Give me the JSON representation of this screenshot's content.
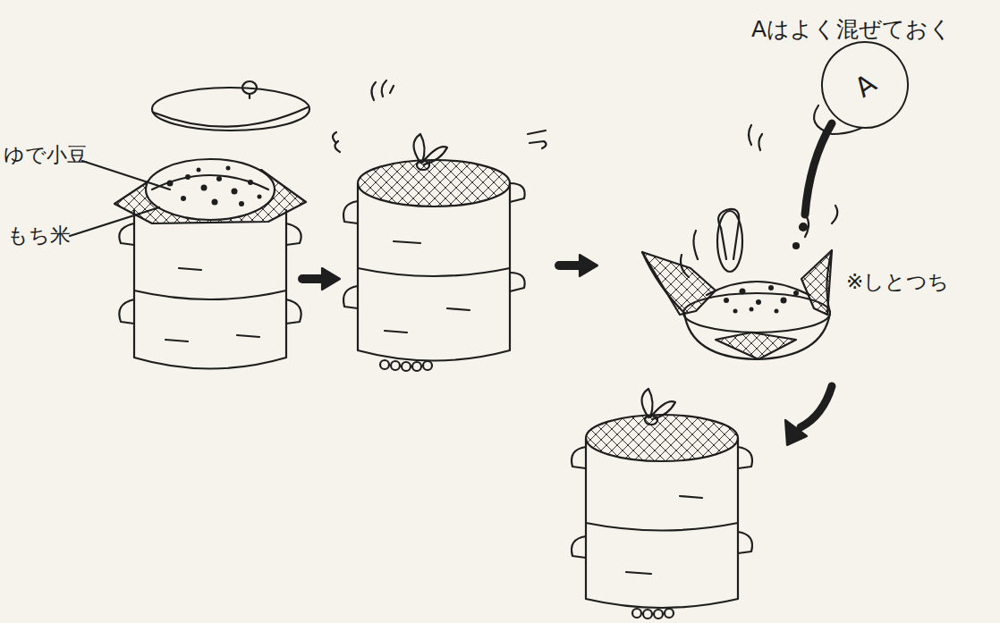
{
  "diagram": {
    "nodes": [
      {
        "text": [
          "A"
        ]
      }
    ],
    "labels": [
      "ゆで小豆",
      "もち米",
      "Aはよく混ぜておく",
      "※しとつち"
    ]
  }
}
